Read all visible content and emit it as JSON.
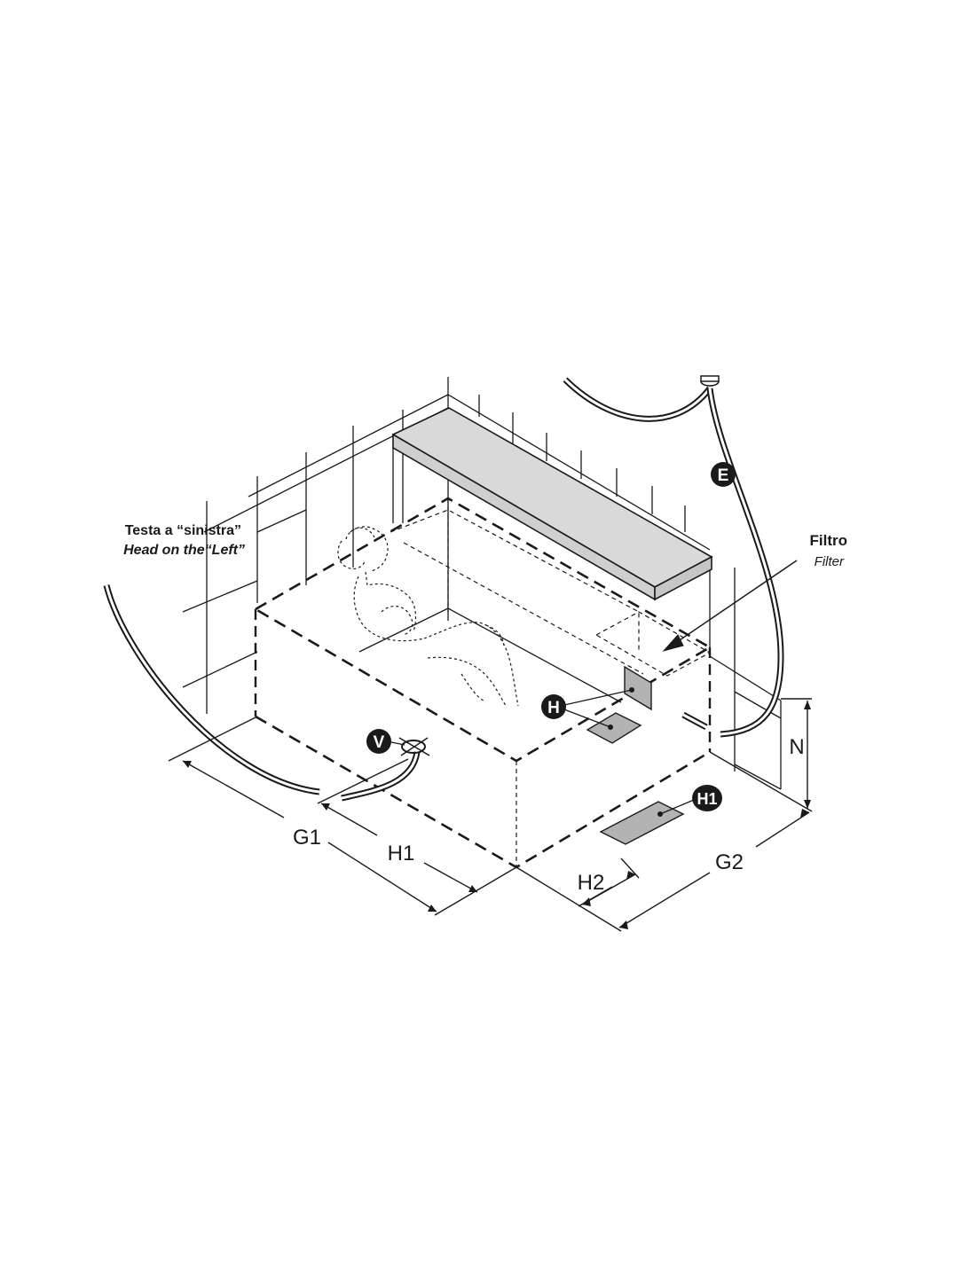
{
  "head_label": {
    "it": "Testa a “sinistra”",
    "en": "Head on the“Left”"
  },
  "filter_label": {
    "it": "Filtro",
    "en": "Filter"
  },
  "callouts": {
    "E": "E",
    "V": "V",
    "H": "H",
    "H1": "H1"
  },
  "dimensions": {
    "G1": "G1",
    "H1": "H1",
    "H2": "H2",
    "G2": "G2",
    "N": "N"
  },
  "colors": {
    "line": "#1a1a1a",
    "panel_fill": "#d9d9d9",
    "pad_fill": "#b3b3b3",
    "callout_fill": "#1a1a1a"
  }
}
